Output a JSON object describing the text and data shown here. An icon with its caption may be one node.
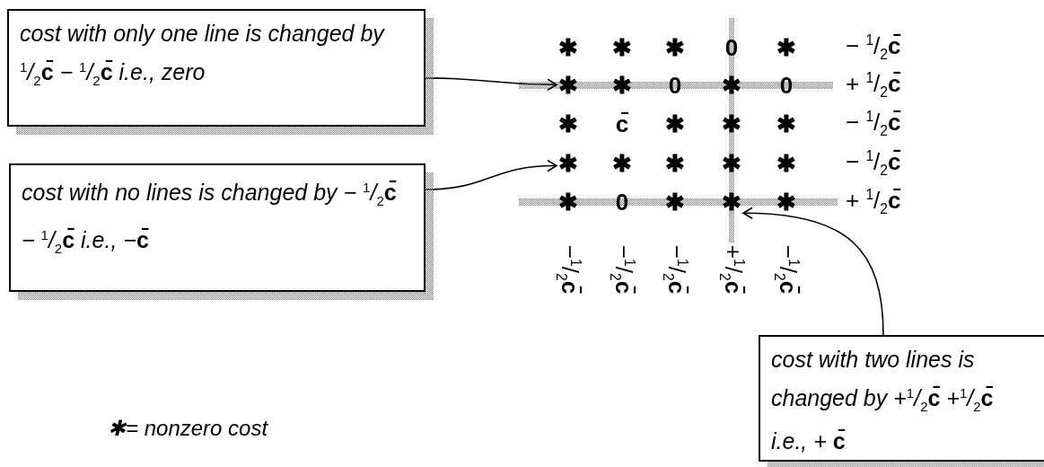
{
  "diagram": {
    "nodes": [
      {
        "text": [
          "cost with only one line is changed by $^{1}$/$_{2}$**c̄** − $^{1}$/$_{2}$**c̄** i.e., zero"
        ]
      },
      {
        "text": [
          "cost with no lines is changed by − $^{1}$/$_{2}$**c̄** − $^{1}$/$_{2}$**c̄** i.e., −**c̄**"
        ]
      },
      {
        "text": [
          "cost with two lines is changed by +$^{1}$/$_{2}$**c̄** +$^{1}$/$_{2}$**c̄** i.e., + **c̄**"
        ]
      },
      {
        "text": [
          "✱"
        ]
      },
      {
        "text": [
          "✱"
        ]
      },
      {
        "text": [
          "✱"
        ]
      },
      {
        "text": [
          "0"
        ]
      },
      {
        "text": [
          "✱"
        ]
      },
      {
        "text": [
          "✱"
        ]
      },
      {
        "text": [
          "✱"
        ]
      },
      {
        "text": [
          "0"
        ]
      },
      {
        "text": [
          "✱"
        ]
      },
      {
        "text": [
          "0"
        ]
      },
      {
        "text": [
          "✱"
        ]
      },
      {
        "text": [
          "c̄"
        ]
      },
      {
        "text": [
          "✱"
        ]
      },
      {
        "text": [
          "✱"
        ]
      },
      {
        "text": [
          "✱"
        ]
      },
      {
        "text": [
          "✱"
        ]
      },
      {
        "text": [
          "✱"
        ]
      },
      {
        "text": [
          "✱"
        ]
      },
      {
        "text": [
          "✱"
        ]
      },
      {
        "text": [
          "✱"
        ]
      },
      {
        "text": [
          "✱"
        ]
      },
      {
        "text": [
          "0"
        ]
      },
      {
        "text": [
          "✱"
        ]
      },
      {
        "text": [
          "✱"
        ]
      },
      {
        "text": [
          "✱"
        ]
      }
    ],
    "edges": [
      {
        "from": 0,
        "to": 8,
        "arrow": "to"
      },
      {
        "from": 1,
        "to": 18,
        "arrow": "to"
      },
      {
        "from": 2,
        "to": 26,
        "arrow": "to"
      }
    ],
    "labels": [
      "− $^{1}$/$_{2}$**c̄**",
      "+ $^{1}$/$_{2}$**c̄**",
      "− $^{1}$/$_{2}$**c̄**",
      "− $^{1}$/$_{2}$**c̄**",
      "+ $^{1}$/$_{2}$**c̄**",
      "−$^{1}$/$_{2}$**c̄**",
      "−$^{1}$/$_{2}$**c̄**",
      "−$^{1}$/$_{2}$**c̄**",
      "+$^{1}$/$_{2}$**c̄**",
      "−$^{1}$/$_{2}$**c̄**",
      "✱= nonzero cost"
    ]
  }
}
